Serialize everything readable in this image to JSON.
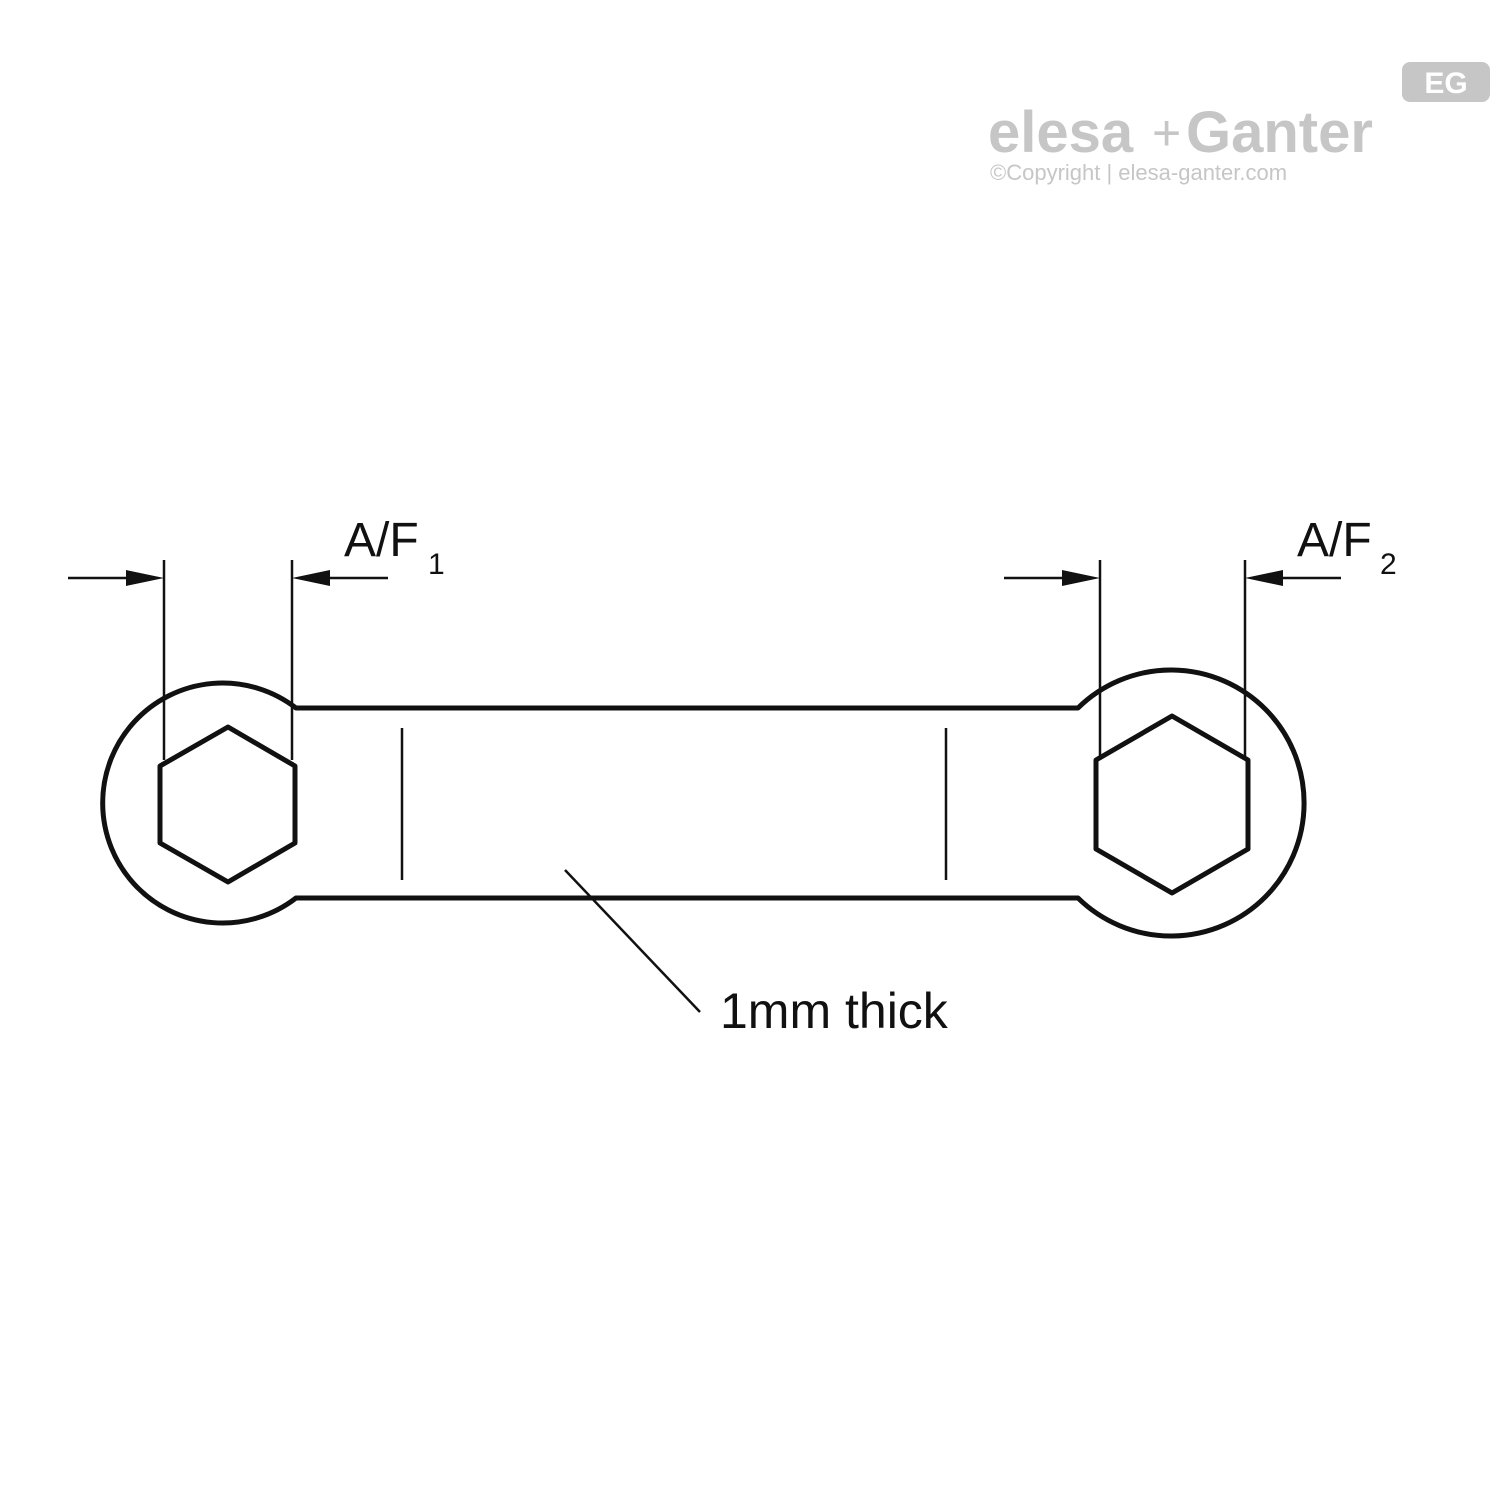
{
  "logo": {
    "brand_left": "elesa",
    "plus": "+",
    "brand_right": "Ganter",
    "copyright": "©Copyright | elesa-ganter.com",
    "badge": "EG",
    "color": "#c6c6c6"
  },
  "dimensions": {
    "left": {
      "label": "A/F",
      "subscript": "1"
    },
    "right": {
      "label": "A/F",
      "subscript": "2"
    }
  },
  "callout": {
    "text": "1mm thick"
  },
  "colors": {
    "line": "#111111",
    "background": "#ffffff"
  }
}
